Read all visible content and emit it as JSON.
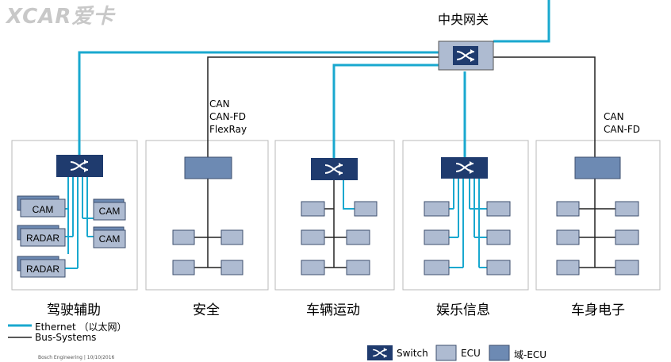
{
  "watermark": "XCAR爱卡",
  "central_gateway": {
    "label": "中央网关"
  },
  "domains": [
    {
      "label": "驾驶辅助",
      "cam_left_1": "CAM",
      "radar_left_1": "RADAR",
      "radar_left_2": "RADAR",
      "cam_right_1": "CAM",
      "cam_right_2": "CAM"
    },
    {
      "label": "安全",
      "bus": [
        "CAN",
        "CAN-FD",
        "FlexRay"
      ]
    },
    {
      "label": "车辆运动"
    },
    {
      "label": "娱乐信息"
    },
    {
      "label": "车身电子",
      "bus": [
        "CAN",
        "CAN-FD"
      ]
    }
  ],
  "legend": {
    "ethernet": "Ethernet （以太网）",
    "bus_systems": "Bus-Systems",
    "switch": "Switch",
    "ecu": "ECU",
    "domain_ecu": "域-ECU"
  },
  "footer": "Bosch Engineering | 10/10/2016",
  "colors": {
    "ethernet": "#19a8cf",
    "ecu_fill": "#aebbd1",
    "domain_ecu_fill": "#6d8ab3",
    "switch_fill": "#1f3b6e",
    "box_border": "#b9b9b9"
  }
}
